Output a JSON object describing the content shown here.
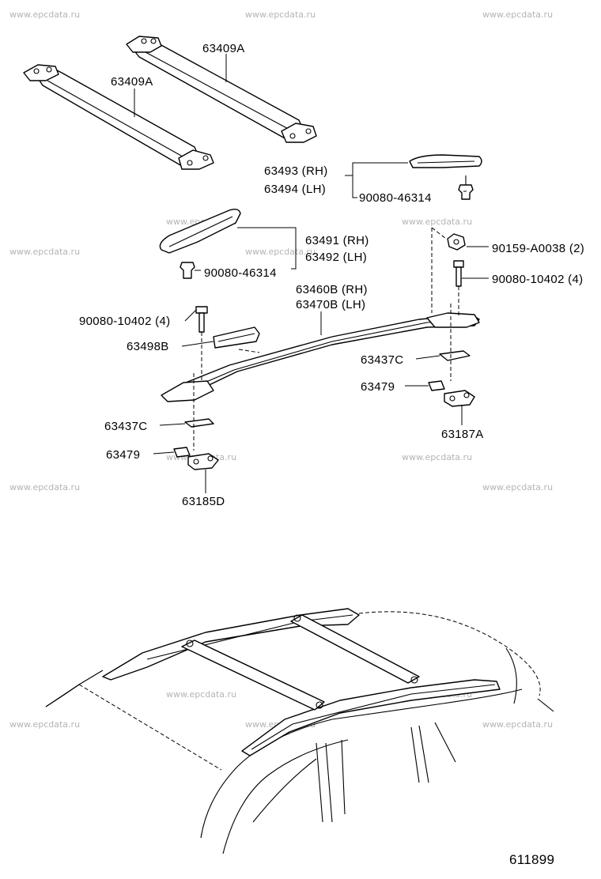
{
  "watermarks": {
    "text": "www.epcdata.ru"
  },
  "labels": {
    "crossbar_upper": "63409A",
    "crossbar_lower": "63409A",
    "cover_front_rh": "63493 (RH)",
    "cover_front_lh": "63494 (LH)",
    "clip_front": "90080-46314",
    "cover_rear_rh": "63491 (RH)",
    "cover_rear_lh": "63492 (LH)",
    "clip_rear": "90080-46314",
    "nut_front": "90159-A0038 (2)",
    "bolt_front": "90080-10402 (4)",
    "rail_rh": "63460B (RH)",
    "rail_lh": "63470B (LH)",
    "bolt_rear": "90080-10402 (4)",
    "cover_center": "63498B",
    "gasket_front": "63437C",
    "spacer_front": "63479",
    "bracket_front": "63187A",
    "gasket_rear": "63437C",
    "spacer_rear": "63479",
    "bracket_rear": "63185D"
  },
  "diagram_number": "611899"
}
